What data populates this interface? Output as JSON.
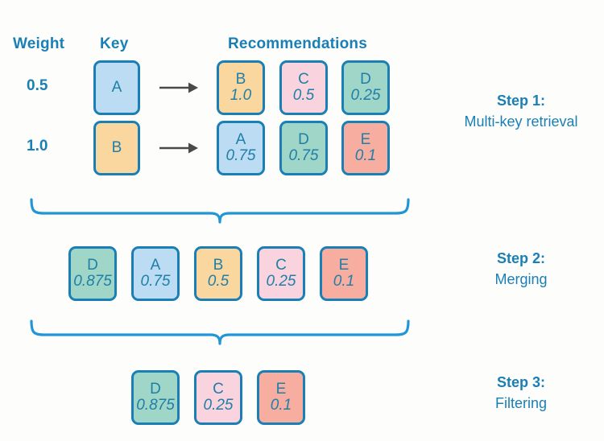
{
  "headers": {
    "weight": "Weight",
    "key": "Key",
    "recommendations": "Recommendations"
  },
  "colors": {
    "border": "#1a7fb5",
    "text": "#1f7fa8",
    "accent": "#1a7fb5",
    "brace": "#2196d6",
    "arrow": "#4a4a4a",
    "background": "#fdfdfb",
    "fill_blue": "#bbdcf2",
    "fill_orange": "#fbd7a0",
    "fill_pink": "#f9d3de",
    "fill_teal": "#9fd6c8",
    "fill_salmon": "#f7ada0"
  },
  "step1": {
    "title": "Step 1:",
    "desc": "Multi-key retrieval",
    "rows": [
      {
        "weight": "0.5",
        "key": {
          "label": "A",
          "color": "#bbdcf2"
        },
        "recommendations": [
          {
            "label": "B",
            "score": "1.0",
            "color": "#fbd7a0"
          },
          {
            "label": "C",
            "score": "0.5",
            "color": "#f9d3de"
          },
          {
            "label": "D",
            "score": "0.25",
            "color": "#9fd6c8"
          }
        ]
      },
      {
        "weight": "1.0",
        "key": {
          "label": "B",
          "color": "#fbd7a0"
        },
        "recommendations": [
          {
            "label": "A",
            "score": "0.75",
            "color": "#bbdcf2"
          },
          {
            "label": "D",
            "score": "0.75",
            "color": "#9fd6c8"
          },
          {
            "label": "E",
            "score": "0.1",
            "color": "#f7ada0"
          }
        ]
      }
    ]
  },
  "step2": {
    "title": "Step 2:",
    "desc": "Merging",
    "items": [
      {
        "label": "D",
        "score": "0.875",
        "color": "#9fd6c8"
      },
      {
        "label": "A",
        "score": "0.75",
        "color": "#bbdcf2"
      },
      {
        "label": "B",
        "score": "0.5",
        "color": "#fbd7a0"
      },
      {
        "label": "C",
        "score": "0.25",
        "color": "#f9d3de"
      },
      {
        "label": "E",
        "score": "0.1",
        "color": "#f7ada0"
      }
    ]
  },
  "step3": {
    "title": "Step 3:",
    "desc": "Filtering",
    "items": [
      {
        "label": "D",
        "score": "0.875",
        "color": "#9fd6c8"
      },
      {
        "label": "C",
        "score": "0.25",
        "color": "#f9d3de"
      },
      {
        "label": "E",
        "score": "0.1",
        "color": "#f7ada0"
      }
    ]
  }
}
